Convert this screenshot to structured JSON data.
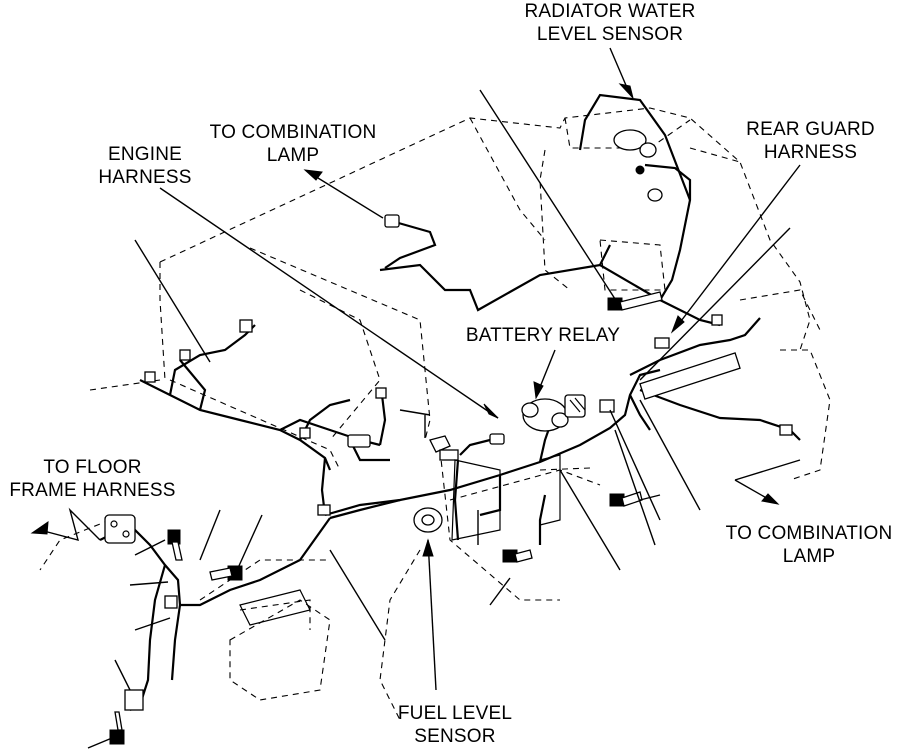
{
  "labels": {
    "radiator_sensor": [
      "RADIATOR WATER",
      "LEVEL SENSOR"
    ],
    "combination_lamp_top": [
      "TO COMBINATION",
      "LAMP"
    ],
    "engine_harness": [
      "ENGINE",
      "HARNESS"
    ],
    "rear_guard_harness": [
      "REAR GUARD",
      "HARNESS"
    ],
    "battery_relay": "BATTERY RELAY",
    "floor_frame_harness": [
      "TO FLOOR",
      "FRAME HARNESS"
    ],
    "combination_lamp_right": [
      "TO COMBINATION",
      "LAMP"
    ],
    "fuel_level_sensor": [
      "FUEL LEVEL",
      "SENSOR"
    ]
  }
}
